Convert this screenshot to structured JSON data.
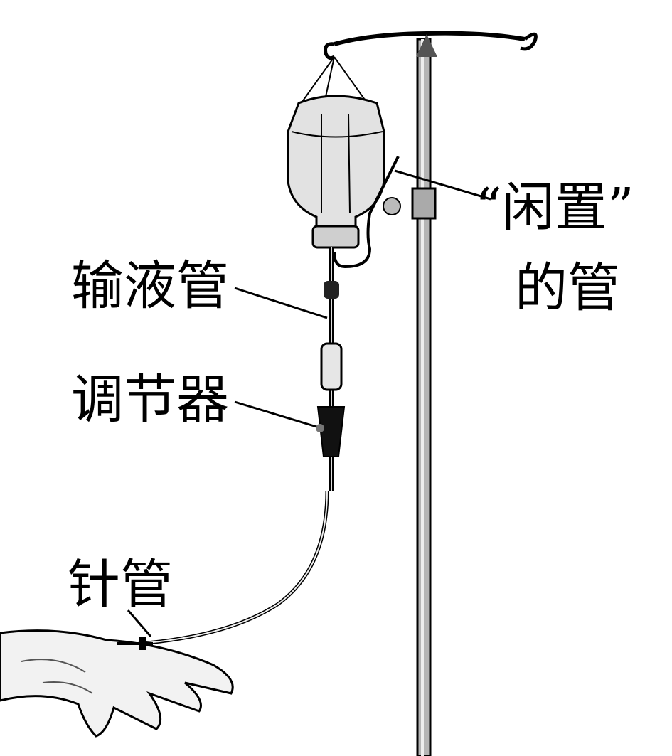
{
  "labels": {
    "idle_tube_line1": "“闲置”",
    "idle_tube_line2": "的管",
    "infusion_tube": "输液管",
    "regulator": "调节器",
    "needle": "针管"
  },
  "colors": {
    "ink": "#000000",
    "bottle": "#d8d8d8",
    "pole": "#9a9a9a"
  }
}
